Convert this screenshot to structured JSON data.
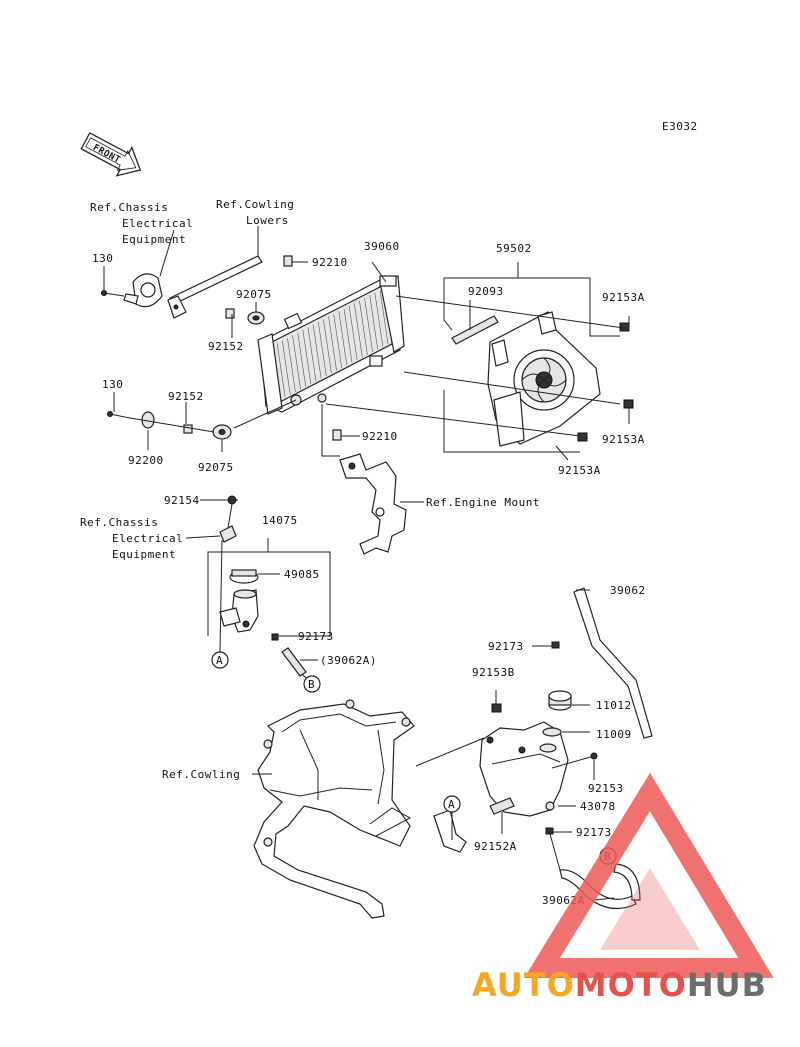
{
  "diagram_code": "E3032",
  "front_arrow_label": "FRONT",
  "labels": {
    "l130a": "130",
    "l130b": "130",
    "ref_chassis_top": [
      "Ref.Chassis",
      "Electrical",
      "Equipment"
    ],
    "ref_cowling_lowers": [
      "Ref.Cowling",
      "Lowers"
    ],
    "l92210a": "92210",
    "l39060": "39060",
    "l59502": "59502",
    "l92093": "92093",
    "l92153Aa": "92153A",
    "l92075a": "92075",
    "l92152a": "92152",
    "l92152b": "92152",
    "l92200": "92200",
    "l92075b": "92075",
    "l92210b": "92210",
    "l92153Ab": "92153A",
    "l92153Ac": "92153A",
    "ref_engine_mount": "Ref.Engine Mount",
    "l92154": "92154",
    "ref_chassis_mid": [
      "Ref.Chassis",
      "Electrical",
      "Equipment"
    ],
    "l14075": "14075",
    "l49085": "49085",
    "l92173a": "92173",
    "l39062Aa": "(39062A)",
    "callout_A": "A",
    "callout_B": "B",
    "l39062": "39062",
    "l92173b": "92173",
    "l92153B": "92153B",
    "l11012": "11012",
    "l11009": "11009",
    "ref_cowling": "Ref.Cowling",
    "l92153": "92153",
    "l43078": "43078",
    "l92152A": "92152A",
    "l92173c": "92173",
    "l39062Ab": "39062A"
  },
  "watermark": {
    "part1": "AUTO",
    "part2": "MOTO",
    "part3": "HUB",
    "colors": {
      "orange": "#f5a623",
      "red": "#e8504a",
      "gray": "#6d6d6d",
      "triangle": "#ee5a55"
    }
  }
}
